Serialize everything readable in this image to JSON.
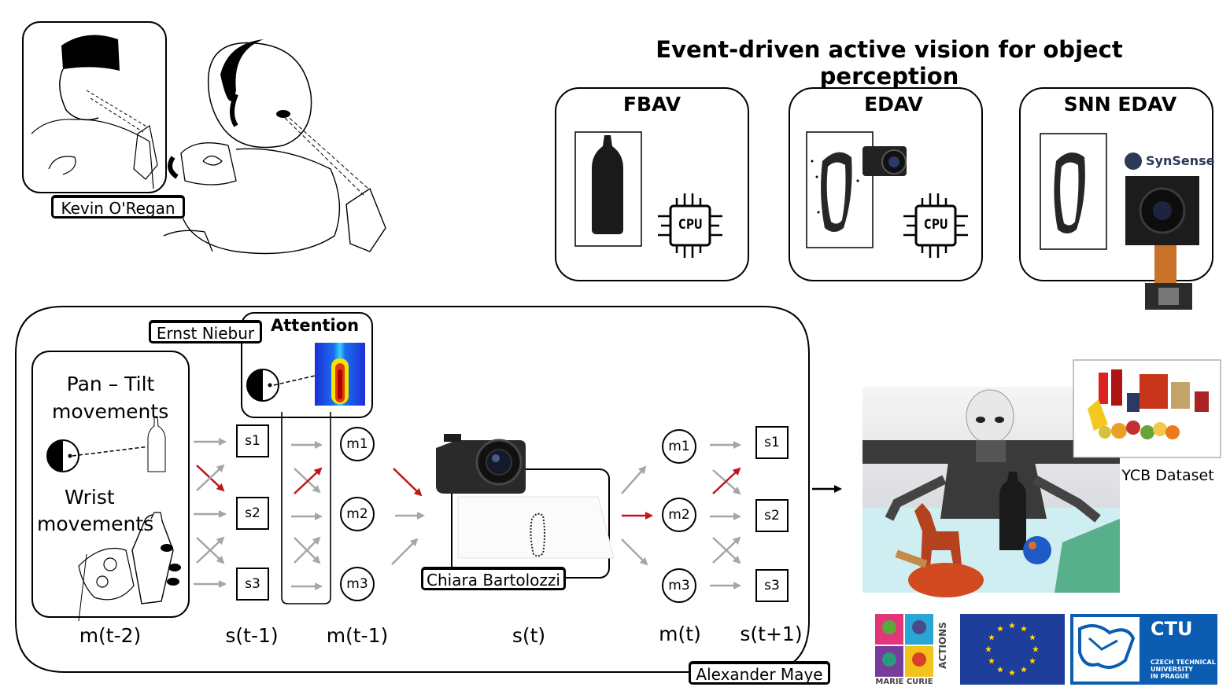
{
  "title": "Event-driven active vision for object perception",
  "credits": {
    "oregan": "Kevin O'Regan",
    "niebur": "Ernst Niebur",
    "bartolozzi": "Chiara Bartolozzi",
    "maye": "Alexander Maye"
  },
  "panels": {
    "fbav": "FBAV",
    "edav": "EDAV",
    "snn": "SNN EDAV",
    "cpu": "CPU",
    "synsense": "SynSense"
  },
  "attention": "Attention",
  "movements": {
    "pantilt_1": "Pan – Tilt",
    "pantilt_2": "movements",
    "wrist_1": "Wrist",
    "wrist_2": "movements"
  },
  "states_left": [
    "s1",
    "s2",
    "s3"
  ],
  "motors_left": [
    "m1",
    "m2",
    "m3"
  ],
  "motors_right": [
    "m1",
    "m2",
    "m3"
  ],
  "states_right": [
    "s1",
    "s2",
    "s3"
  ],
  "time_labels": {
    "mt2": "m(t-2)",
    "st1": "s(t-1)",
    "mt1": "m(t-1)",
    "st": "s(t)",
    "mt": "m(t)",
    "stp1": "s(t+1)"
  },
  "ycb": "YCB Dataset",
  "logos": {
    "mc_1": "MARIE CURIE",
    "mc_2": "ACTIONS",
    "ctu": "CTU",
    "ctu_1": "CZECH TECHNICAL",
    "ctu_2": "UNIVERSITY",
    "ctu_3": "IN PRAGUE"
  },
  "colors": {
    "red_arrow": "#c0151b",
    "gray_arrow": "#a6a6a6",
    "eu_blue": "#1f3d9a",
    "eu_star": "#ffd400",
    "ctu_blue": "#0a5db0"
  }
}
